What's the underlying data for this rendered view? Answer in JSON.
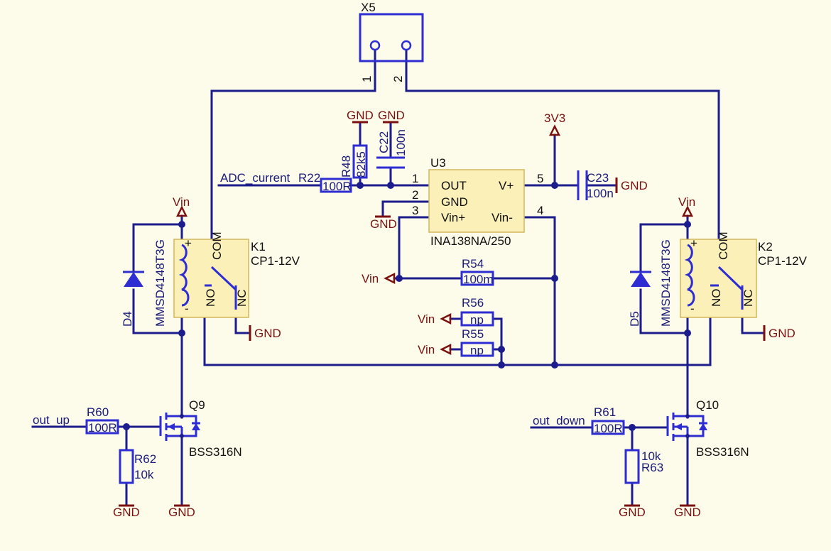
{
  "connector": {
    "ref": "X5",
    "pin1": "1",
    "pin2": "2"
  },
  "u3": {
    "ref": "U3",
    "value": "INA138NA/250",
    "pin_out": "OUT",
    "pin_gnd": "GND",
    "pin_vinp": "Vin+",
    "pin_vp": "V+",
    "pin_vinm": "Vin-",
    "n1": "1",
    "n2": "2",
    "n3": "3",
    "n4": "4",
    "n5": "5"
  },
  "net_adc": "ADC_current",
  "net_out_up": "out_up",
  "net_out_down": "out_down",
  "pwr_gnd": "GND",
  "pwr_3v3": "3V3",
  "pwr_vin": "Vin",
  "r22": {
    "ref": "R22",
    "value": "100R"
  },
  "r48": {
    "ref": "R48",
    "value": "82k5"
  },
  "c22": {
    "ref": "C22",
    "value": "100n"
  },
  "c23": {
    "ref": "C23",
    "value": "100n"
  },
  "r54": {
    "ref": "R54",
    "value": "100m"
  },
  "r56": {
    "ref": "R56",
    "value": "np"
  },
  "r55": {
    "ref": "R55",
    "value": "np"
  },
  "k1": {
    "ref": "K1",
    "value": "CP1-12V"
  },
  "k2": {
    "ref": "K2",
    "value": "CP1-12V"
  },
  "relay_pins": {
    "com": "COM",
    "no": "NO",
    "nc": "NC",
    "plus": "+",
    "minus": "-"
  },
  "d4": {
    "ref": "D4",
    "value": "MMSD4148T3G"
  },
  "d5": {
    "ref": "D5",
    "value": "MMSD4148T3G"
  },
  "q9": {
    "ref": "Q9",
    "value": "BSS316N"
  },
  "q10": {
    "ref": "Q10",
    "value": "BSS316N"
  },
  "r60": {
    "ref": "R60",
    "value": "100R"
  },
  "r61": {
    "ref": "R61",
    "value": "100R"
  },
  "r62": {
    "ref": "R62",
    "value": "10k"
  },
  "r63": {
    "ref": "R63",
    "value": "10k"
  }
}
